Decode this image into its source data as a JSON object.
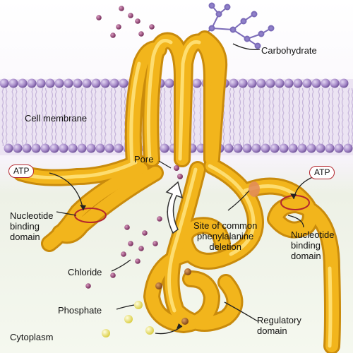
{
  "labels": {
    "carbohydrate": "Carbohydrate",
    "cell_membrane": "Cell membrane",
    "pore": "Pore",
    "atp_left": "ATP",
    "atp_right": "ATP",
    "nbd_left": "Nucleotide\nbinding\ndomain",
    "nbd_right": "Nucleotide\nbinding\ndomain",
    "phe_deletion": "Site of common\nphenylalanine\ndeletion",
    "chloride": "Chloride",
    "phosphate": "Phosphate",
    "regulatory": "Regulatory\ndomain",
    "cytoplasm": "Cytoplasm"
  },
  "colors": {
    "protein": "#f2b51c",
    "protein_light": "#ffe27a",
    "membrane_head": "#a78bc9",
    "membrane_band": "#d9cde6",
    "chloride_ion": "#8c3b6e",
    "phosphate": "#f5ee7a",
    "atp_ring": "#b3262e",
    "carbohydrate": "#7b6bb8"
  },
  "icons": {
    "export_arrow": "up-arrow-icon"
  }
}
